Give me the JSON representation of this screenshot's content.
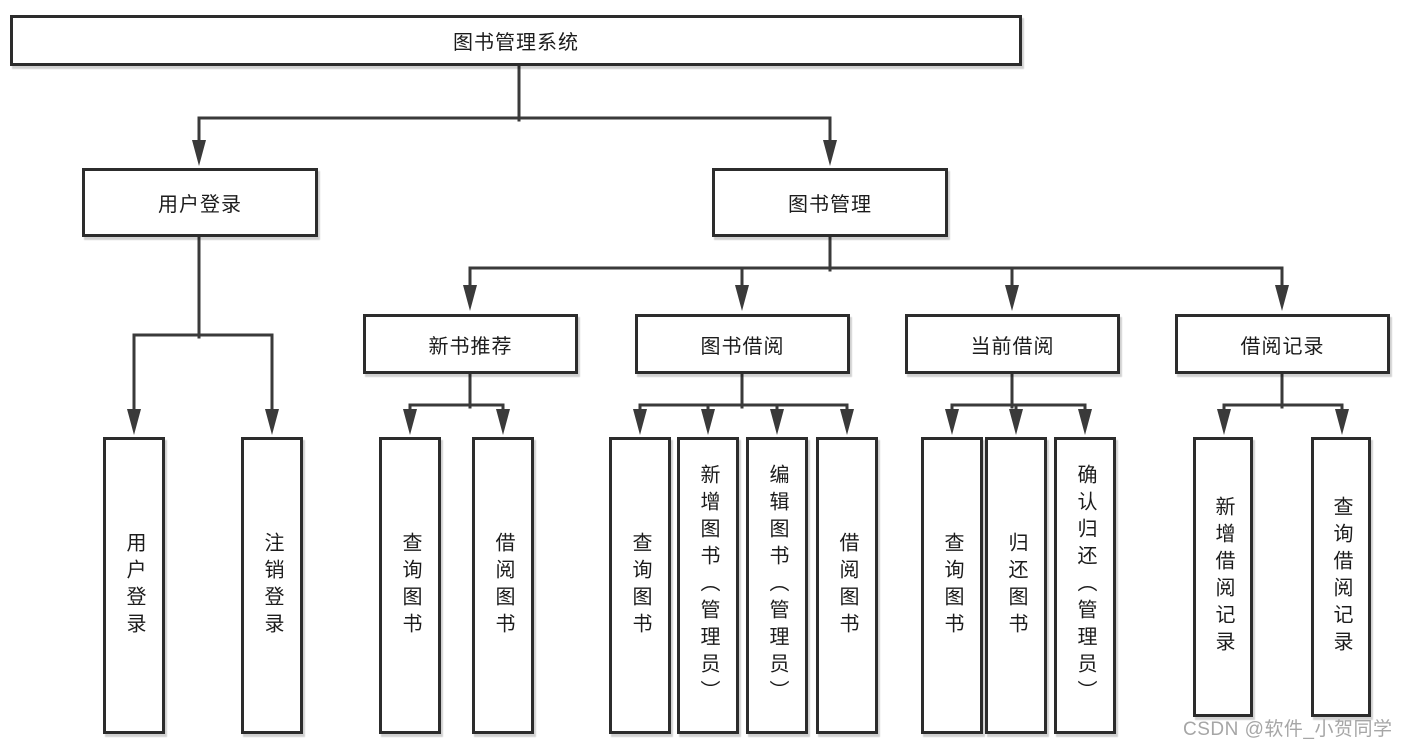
{
  "diagram_type": "hierarchy-tree",
  "tree": {
    "root": "图书管理系统",
    "children": [
      {
        "label": "用户登录",
        "children": [
          {
            "label": "用户登录"
          },
          {
            "label": "注销登录"
          }
        ]
      },
      {
        "label": "图书管理",
        "children": [
          {
            "label": "新书推荐",
            "children": [
              {
                "label": "查询图书"
              },
              {
                "label": "借阅图书"
              }
            ]
          },
          {
            "label": "图书借阅",
            "children": [
              {
                "label": "查询图书"
              },
              {
                "label": "新增图书（管理员）"
              },
              {
                "label": "编辑图书（管理员）"
              },
              {
                "label": "借阅图书"
              }
            ]
          },
          {
            "label": "当前借阅",
            "children": [
              {
                "label": "查询图书"
              },
              {
                "label": "归还图书"
              },
              {
                "label": "确认归还（管理员）"
              }
            ]
          },
          {
            "label": "借阅记录",
            "children": [
              {
                "label": "新增借阅记录"
              },
              {
                "label": "查询借阅记录"
              }
            ]
          }
        ]
      }
    ]
  },
  "watermark": "CSDN @软件_小贺同学",
  "colors": {
    "line": "#3a3a3a",
    "box_border": "#2c2c2c",
    "box_fill": "#ffffff",
    "text": "#1c1c1c",
    "watermark": "#a6a6a6",
    "background": "#ffffff"
  }
}
